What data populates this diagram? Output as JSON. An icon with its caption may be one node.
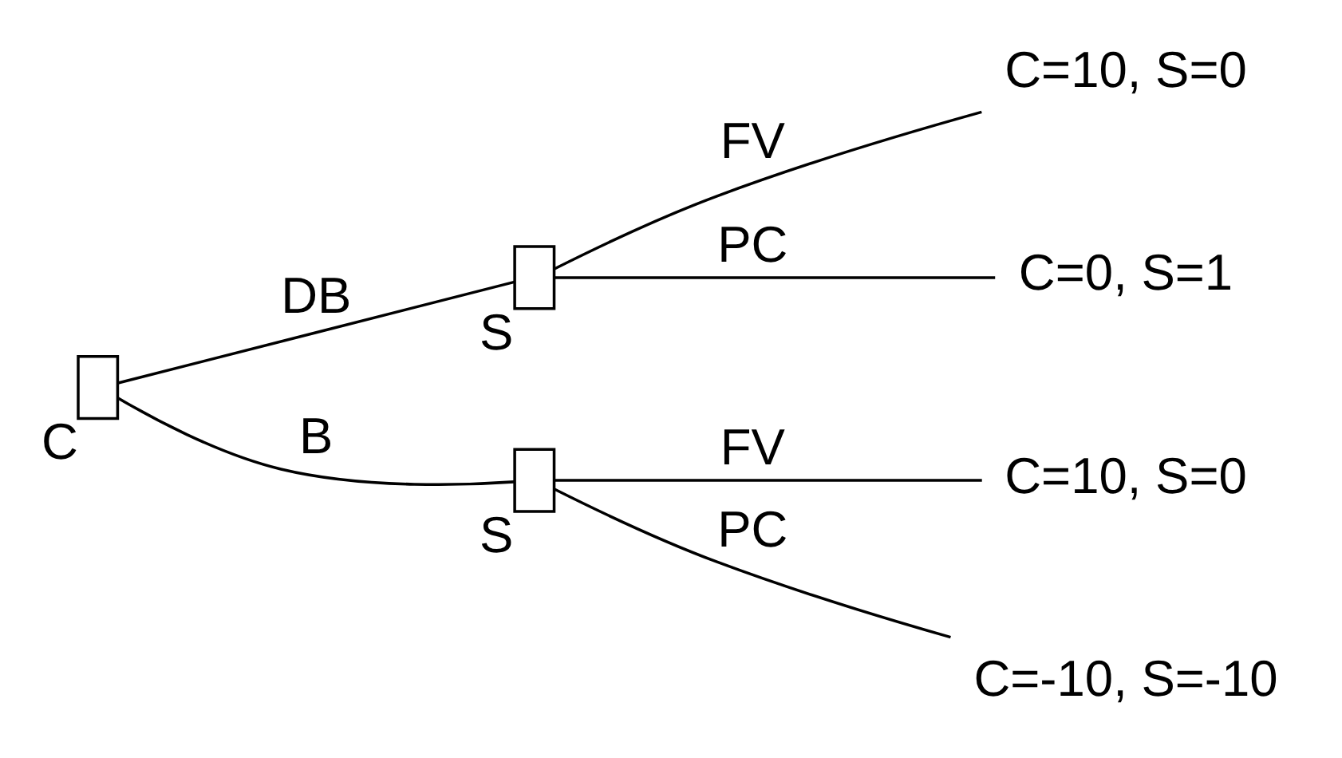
{
  "diagram": {
    "nodes": [
      {
        "text": [],
        "shape": "box",
        "beside": [
          "C"
        ]
      },
      {
        "text": [],
        "shape": "box",
        "beside": [
          "S"
        ]
      },
      {
        "text": [],
        "shape": "box",
        "beside": [
          "S"
        ]
      },
      {
        "text": [
          "C=10, S=0"
        ]
      },
      {
        "text": [
          "C=0, S=1"
        ]
      },
      {
        "text": [
          "C=10, S=0"
        ]
      },
      {
        "text": [
          "C=-10, S=-10"
        ]
      }
    ],
    "edges": [
      {
        "from": 0,
        "to": 1,
        "arrow": "none",
        "label": "DB"
      },
      {
        "from": 0,
        "to": 2,
        "arrow": "none",
        "label": "B"
      },
      {
        "from": 1,
        "to": 3,
        "arrow": "none",
        "label": "FV"
      },
      {
        "from": 1,
        "to": 4,
        "arrow": "none",
        "label": "PC"
      },
      {
        "from": 2,
        "to": 5,
        "arrow": "none",
        "label": "FV"
      },
      {
        "from": 2,
        "to": 6,
        "arrow": "none",
        "label": "PC"
      }
    ]
  }
}
